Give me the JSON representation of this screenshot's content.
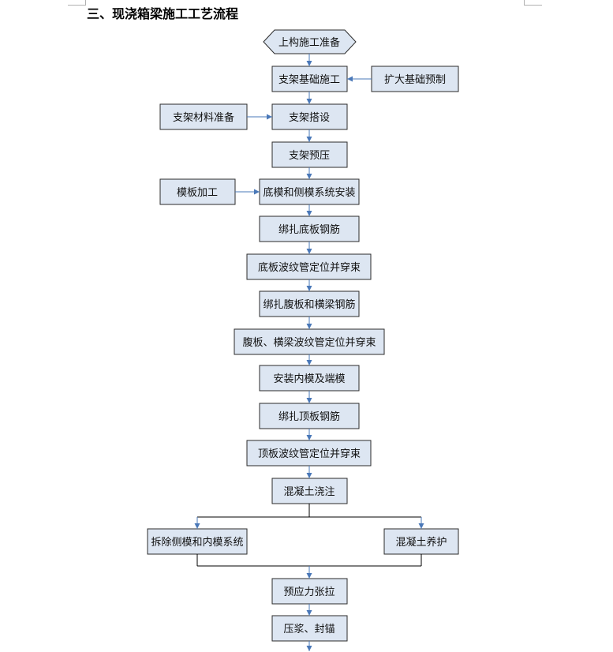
{
  "page": {
    "title": "三、现浇箱梁施工工艺流程"
  },
  "flow": {
    "start": "上构施工准备",
    "support_foundation": "支架基础施工",
    "expand_foundation": "扩大基础预制",
    "support_material": "支架材料准备",
    "support_erect": "支架搭设",
    "support_preload": "支架预压",
    "formwork_process": "模板加工",
    "bottom_side_form": "底模和侧模系统安装",
    "bottom_rebar": "绑扎底板钢筋",
    "bottom_duct": "底板波纹管定位并穿束",
    "web_rebar": "绑扎腹板和横梁钢筋",
    "web_duct": "腹板、横梁波纹管定位并穿束",
    "inner_end_form": "安装内模及端模",
    "top_rebar": "绑扎顶板钢筋",
    "top_duct": "顶板波纹管定位并穿束",
    "concrete_pour": "混凝土浇注",
    "remove_forms": "拆除侧模和内模系统",
    "concrete_cure": "混凝土养护",
    "prestress": "预应力张拉",
    "grout_seal": "压浆、封锚"
  },
  "colors": {
    "box_fill": "#dde6f2",
    "box_stroke": "#2b2b2b",
    "arrow": "#4a78b8",
    "connector": "#000000"
  }
}
